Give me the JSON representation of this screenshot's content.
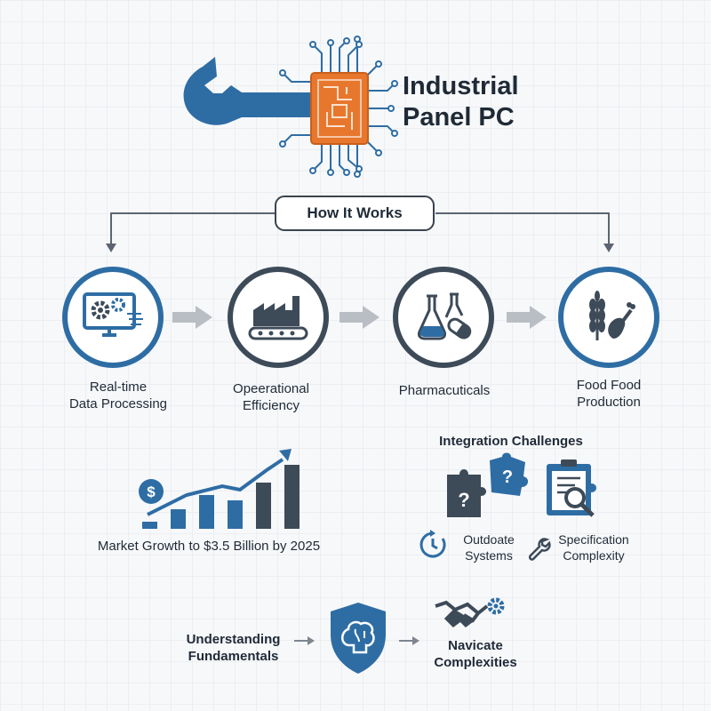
{
  "header": {
    "title_line1": "Industrial",
    "title_line2": "Panel PC"
  },
  "flow": {
    "heading": "How It Works",
    "steps": [
      {
        "line1": "Real-time",
        "line2": "Data Processing",
        "icon": "monitor-gears-icon"
      },
      {
        "line1": "Opeerational",
        "line2": "Efficiency",
        "icon": "factory-conveyor-icon"
      },
      {
        "line1": "Pharmacuticals",
        "line2": "",
        "icon": "flask-capsule-icon"
      },
      {
        "line1": "Food Food",
        "line2": "Production",
        "icon": "wheat-drumstick-icon"
      }
    ]
  },
  "market": {
    "label": "Market Growth to $3.5 Billion by 2025",
    "currency_symbol": "$"
  },
  "challenges": {
    "title": "Integration Challenges",
    "items": [
      {
        "line1": "Outdoate",
        "line2": "Systems",
        "icon": "clock-icon"
      },
      {
        "line1": "Specification",
        "line2": "Complexity",
        "icon": "wrench-icon"
      }
    ],
    "puzzle_mark": "?"
  },
  "bottom": {
    "left": {
      "line1": "Understanding",
      "line2": "Fundamentals"
    },
    "right": {
      "line1": "Navicate",
      "line2": "Complexities"
    }
  },
  "colors": {
    "blue": "#2e6da4",
    "dark": "#3d4a58",
    "orange": "#e8772e",
    "arrow_gray": "#b9bec4"
  }
}
